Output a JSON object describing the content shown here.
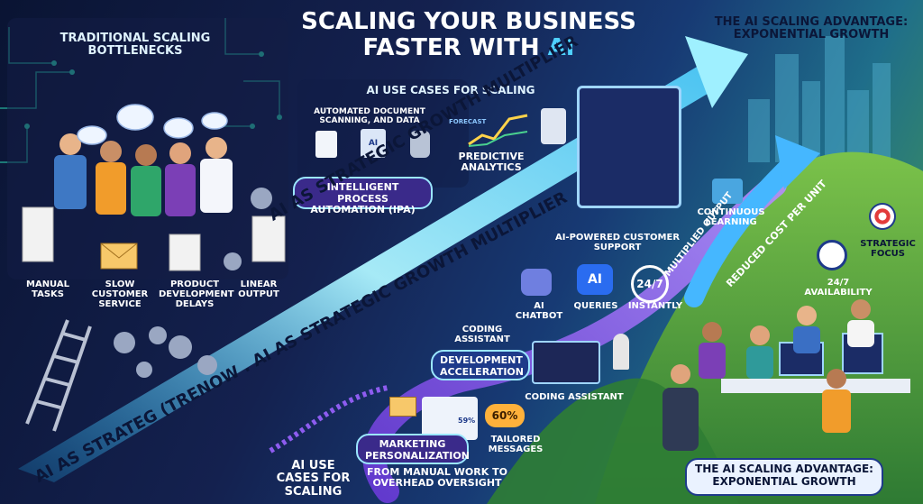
{
  "title": {
    "line1": "SCALING YOUR BUSINESS",
    "line2": "FASTER WITH ",
    "accent": "AI"
  },
  "left": {
    "header": "TRADITIONAL SCALING BOTTLENECKS",
    "bottlenecks": [
      "MANUAL TASKS",
      "SLOW CUSTOMER SERVICE",
      "PRODUCT DEVELOPMENT DELAYS",
      "LINEAR OUTPUT"
    ]
  },
  "arrow": {
    "band_text": "AI AS STRATEGIC GROWTH MULTIPLIER",
    "band_text_lower": "AI AS STRATEG (TRENOW . AI AS STRATEGIC GROWTH MULTIPLIER"
  },
  "center": {
    "header": "AI USE CASES FOR SCALING",
    "doc_scan": "AUTOMATED DOCUMENT SCANNING, AND DATA",
    "forecast": "FORECAST",
    "predictive": "PREDICTIVE ANALYTICS",
    "ipa": "INTELLIGENT PROCESS AUTOMATION (IPA)",
    "support_header": "AI-POWERED CUSTOMER SUPPORT",
    "chatbot": "AI CHATBOT",
    "queries": "QUERIES",
    "instantly": "INSTANTLY",
    "badge_247": "24/7",
    "ai_bubble": "AI",
    "coding_assistant_top": "CODING ASSISTANT",
    "dev_accel": "DEVELOPMENT ACCELERATION",
    "coding_assistant_bottom": "CODING ASSISTANT",
    "pct60": "60%",
    "pct59": "59%",
    "tailored": "TAILORED MESSAGES",
    "marketing": "MARKETING PERSONALIZATION",
    "bottom_usecases": "AI USE CASES FOR SCALING",
    "bottom_transition": "FROM MANUAL WORK TO OVERHEAD OVERSIGHT"
  },
  "right": {
    "header": "THE AI SCALING ADVANTAGE: EXPONENTIAL GROWTH",
    "continuous": "CONTINUOUS LEARNING",
    "strategic": "STRATEGIC FOCUS",
    "availability": "24/7 AVAILABILITY",
    "multiplied": "MULTIPLIED OUTPUT",
    "reduced": "REDUCED COST PER UNIT",
    "footer": "THE AI SCALING ADVANTAGE: EXPONENTIAL GROWTH"
  },
  "colors": {
    "accent_ai": "#4fd1ff",
    "arrow_glow": "#7fe8ff",
    "purple_path": "#8e5cf0",
    "green_hill": "#3f9a3a"
  }
}
